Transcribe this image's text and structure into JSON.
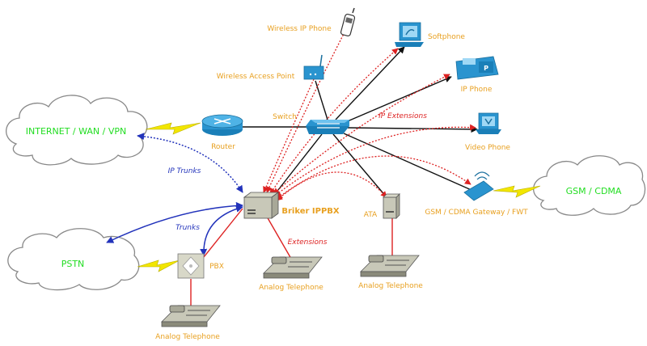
{
  "clouds": {
    "internet": "INTERNET / WAN / VPN",
    "gsm": "GSM / CDMA",
    "pstn": "PSTN"
  },
  "devices": {
    "router": "Router",
    "switch": "Switch",
    "wireless_ip_phone": "Wireless IP Phone",
    "softphone": "Softphone",
    "wireless_access_point": "Wireless Access Point",
    "ip_phone": "IP Phone",
    "video_phone": "Video Phone",
    "ippbx": "Briker IPPBX",
    "ata": "ATA",
    "gsm_gateway": "GSM / CDMA  Gateway / FWT",
    "pbx": "PBX",
    "analog_phone_1": "Analog Telephone",
    "analog_phone_2": "Analog Telephone",
    "analog_phone_3": "Analog Telephone"
  },
  "links": {
    "ip_extensions": "IP Extensions",
    "ip_trunks": "IP Trunks",
    "trunks": "Trunks",
    "extensions": "Extensions"
  },
  "colors": {
    "device_label": "#e8a020",
    "cloud_text": "#22dd22",
    "red_link": "#dd2222",
    "blue_link": "#2233bb",
    "lightning": "#f2e600"
  }
}
